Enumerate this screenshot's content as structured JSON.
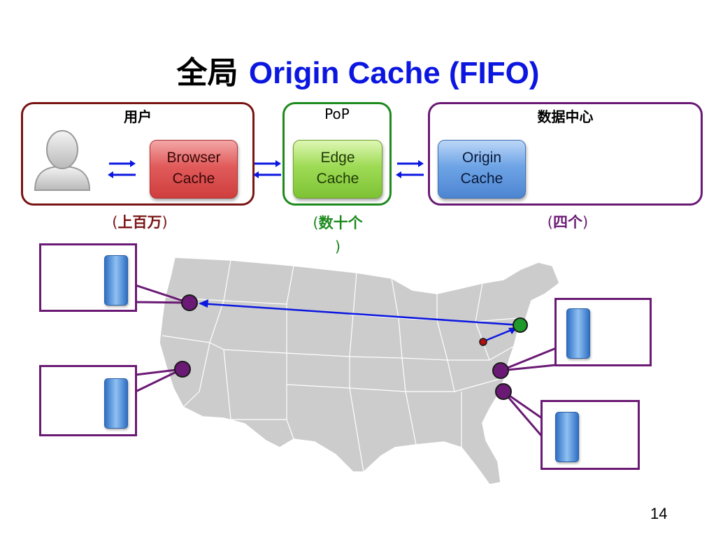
{
  "slide": {
    "title_prefix": "全局",
    "title_accent": "Origin Cache (FIFO)",
    "page_number": "14"
  },
  "groups": {
    "user": {
      "label": "用户",
      "count_open": "(",
      "count": "上百万",
      "count_close": ")",
      "color": "#7a1414"
    },
    "pop": {
      "label": "PoP",
      "count_open": "(",
      "count": "数十个",
      "count_close": ")",
      "color": "#1d8a1d"
    },
    "datacenter": {
      "label": "数据中心",
      "count_open": "(",
      "count": "四个",
      "count_close": ")",
      "color": "#6a1a74"
    }
  },
  "caches": {
    "browser": {
      "line1": "Browser",
      "line2": "Cache"
    },
    "edge": {
      "line1": "Edge",
      "line2": "Cache"
    },
    "origin": {
      "line1": "Origin",
      "line2": "Cache"
    }
  },
  "icons": {
    "user": "user-avatar-icon",
    "arrows": "bidirectional-arrows-icon",
    "server": "server-icon",
    "map": "us-map"
  },
  "colors": {
    "title_accent": "#0b17e0",
    "arrow": "#0b17e0",
    "datacenter_dot": "#6a1a74",
    "pop_dot": "#1f9a2a",
    "client_dot": "#b01010"
  }
}
